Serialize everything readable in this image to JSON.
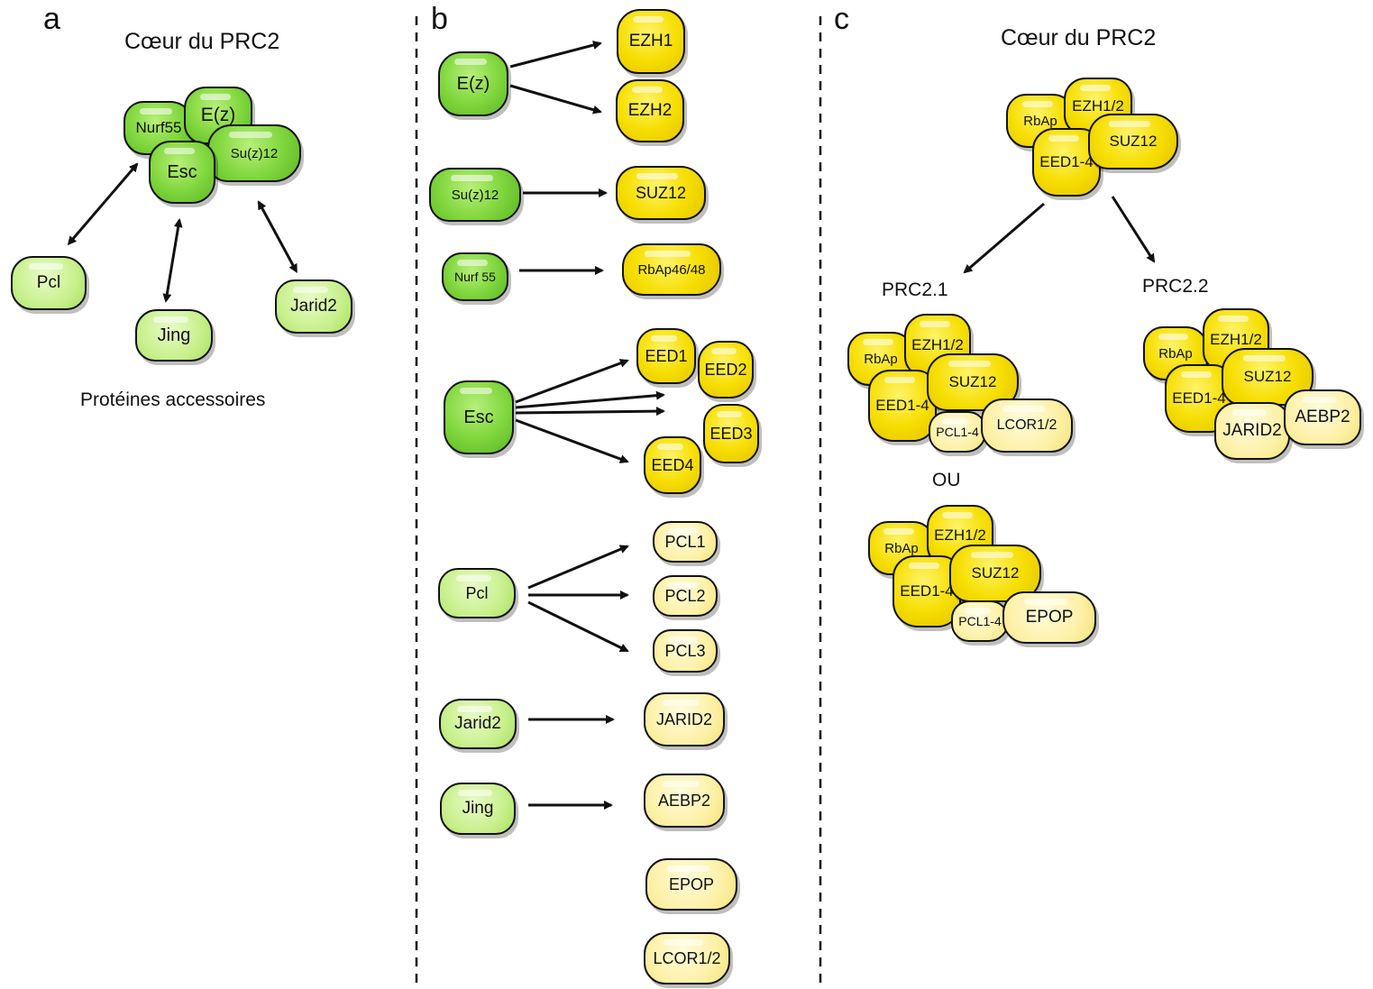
{
  "panel_labels": {
    "a": "a",
    "b": "b",
    "c": "c"
  },
  "panel_a": {
    "title": "Cœur du PRC2",
    "core": {
      "ez": "E(z)",
      "nurf55": "Nurf55",
      "esc": "Esc",
      "suz12": "Su(z)12"
    },
    "accessory": {
      "pcl": "Pcl",
      "jing": "Jing",
      "jarid2": "Jarid2"
    },
    "caption": "Protéines accessoires"
  },
  "panel_b": {
    "drosophila": {
      "ez": "E(z)",
      "suz12": "Su(z)12",
      "nurf55": "Nurf 55",
      "esc": "Esc",
      "pcl": "Pcl",
      "jarid2": "Jarid2",
      "jing": "Jing"
    },
    "mammal": {
      "ezh1": "EZH1",
      "ezh2": "EZH2",
      "suz12": "SUZ12",
      "rbap": "RbAp46/48",
      "eed1": "EED1",
      "eed2": "EED2",
      "eed3": "EED3",
      "eed4": "EED4",
      "pcl1": "PCL1",
      "pcl2": "PCL2",
      "pcl3": "PCL3",
      "jarid2": "JARID2",
      "aebp2": "AEBP2",
      "epop": "EPOP",
      "lcor": "LCOR1/2"
    }
  },
  "panel_c": {
    "title": "Cœur du PRC2",
    "core": {
      "rbap": "RbAp",
      "ezh": "EZH1/2",
      "eed": "EED1-4",
      "suz12": "SUZ12"
    },
    "prc21_label": "PRC2.1",
    "prc22_label": "PRC2.2",
    "or_label": "OU",
    "prc21a": {
      "rbap": "RbAp",
      "ezh": "EZH1/2",
      "eed": "EED1-4",
      "suz12": "SUZ12",
      "pcl": "PCL1-4",
      "lcor": "LCOR1/2"
    },
    "prc21b": {
      "rbap": "RbAp",
      "ezh": "EZH1/2",
      "eed": "EED1-4",
      "suz12": "SUZ12",
      "pcl": "PCL1-4",
      "epop": "EPOP"
    },
    "prc22": {
      "rbap": "RbAp",
      "ezh": "EZH1/2",
      "eed": "EED1-4",
      "suz12": "SUZ12",
      "jarid2": "JARID2",
      "aebp2": "AEBP2"
    }
  },
  "colors": {
    "green": "#7fd63c",
    "light_green": "#c8f08c",
    "yellow": "#f6de00",
    "light_yellow": "#fdf1a8",
    "line": "#111111"
  }
}
